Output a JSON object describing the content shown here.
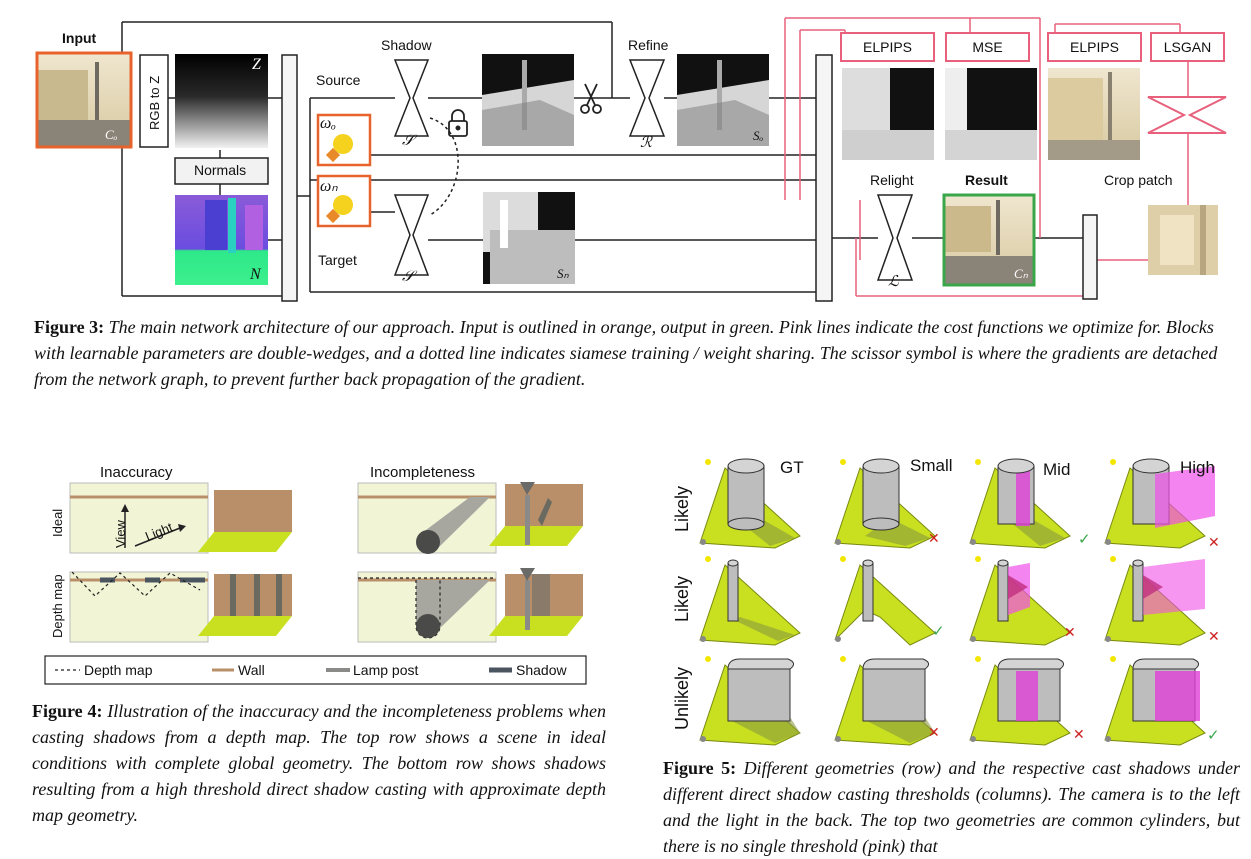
{
  "fig3": {
    "labels": {
      "input": "Input",
      "rgb_to_z": "RGB to Z",
      "z": "Z",
      "normals": "Normals",
      "n": "N",
      "source": "Source",
      "target": "Target",
      "shadow": "Shadow",
      "refine": "Refine",
      "relight": "Relight",
      "result": "Result",
      "crop_patch": "Crop patch",
      "s_net": "𝒮",
      "r_net": "ℛ",
      "l_net": "ℒ",
      "c_o": "Cₒ",
      "c_n": "Cₙ",
      "s_o": "Sₒ",
      "s_n": "Sₙ",
      "omega_o": "ωₒ",
      "omega_n": "ωₙ"
    },
    "losses": [
      "ELPIPS",
      "MSE",
      "ELPIPS",
      "LSGAN"
    ],
    "caption_label": "Figure 3:",
    "caption_text": "The main network architecture of our approach. Input is outlined in orange, output in green. Pink lines indicate the cost functions we optimize for. Blocks with learnable parameters are double-wedges, and a dotted line indicates siamese training / weight sharing. The scissor symbol is where the gradients are detached from the network graph, to prevent further back propagation of the gradient.",
    "colors": {
      "input": "#e8622c",
      "output": "#3aa64a",
      "loss": "#e8607c"
    }
  },
  "fig4": {
    "titles": [
      "Inaccuracy",
      "Incompleteness"
    ],
    "row_labels": [
      "Ideal",
      "Depth map"
    ],
    "view": "View",
    "light": "Light",
    "legend": [
      "Depth map",
      "Wall",
      "Lamp post",
      "Shadow"
    ],
    "caption_label": "Figure 4:",
    "caption_text": "Illustration of the inaccuracy and the incompleteness problems when casting shadows from a depth map. The top row shows a scene in ideal conditions with complete global geometry. The bottom row shows shadows resulting from a high threshold direct shadow casting with approximate depth map geometry."
  },
  "fig5": {
    "columns": [
      "GT",
      "Small",
      "Mid",
      "High"
    ],
    "rows": [
      "Likely",
      "Likely",
      "Unlikely"
    ],
    "marks": [
      [
        "",
        "✕",
        "✓",
        "✕"
      ],
      [
        "",
        "✓",
        "✕",
        "✕"
      ],
      [
        "",
        "✕",
        "✕",
        "✓"
      ]
    ],
    "caption_label": "Figure 5:",
    "caption_text": "Different geometries (row) and the respective cast shadows under different direct shadow casting thresholds (columns). The camera is to the left and the light in the back. The top two geometries are common cylinders, but there is no single threshold (pink) that"
  }
}
